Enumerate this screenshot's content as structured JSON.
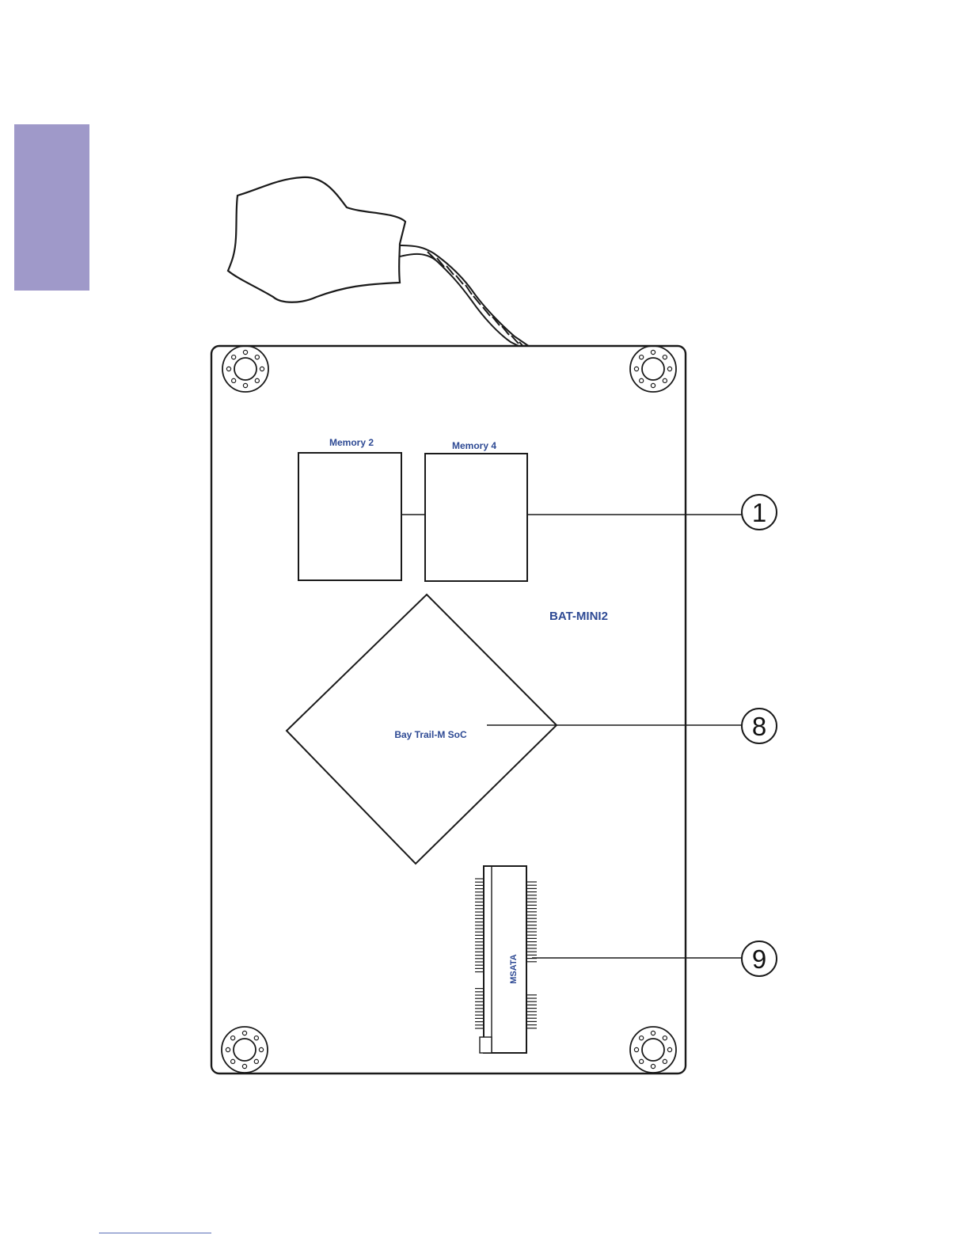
{
  "colors": {
    "side_tab": "#9f99c9",
    "label_blue": "#2e4a94",
    "line": "#1a1a1a",
    "footer_rule": "#5a6fb8"
  },
  "board": {
    "model": "BAT-MINI2",
    "memory_left": "Memory 2",
    "memory_right": "Memory 4",
    "soc": "Bay Trail-M SoC",
    "connector": "MSATA"
  },
  "callouts": [
    "1",
    "8",
    "9"
  ]
}
